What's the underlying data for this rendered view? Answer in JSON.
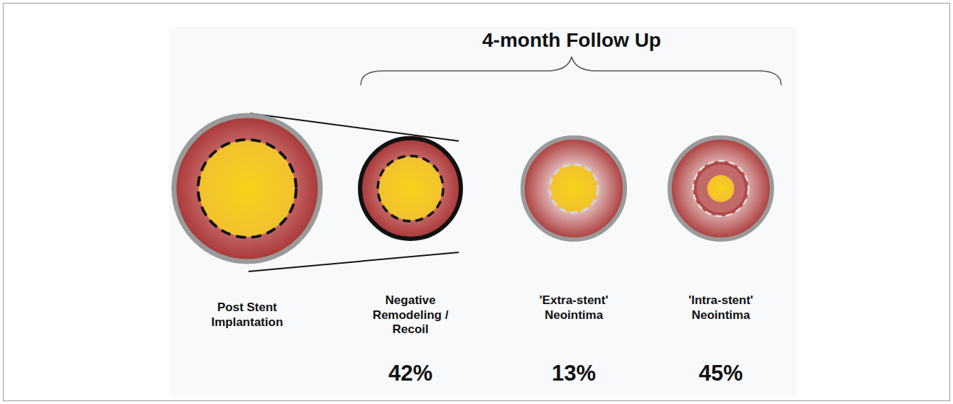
{
  "diagram": {
    "labels": [
      "4-month Follow Up",
      "Post Stent Implantation",
      "Negative Remodeling / Recoil",
      "'Extra-stent' Neointima",
      "'Intra-stent' Neointima",
      "42%",
      "13%",
      "45%"
    ]
  }
}
